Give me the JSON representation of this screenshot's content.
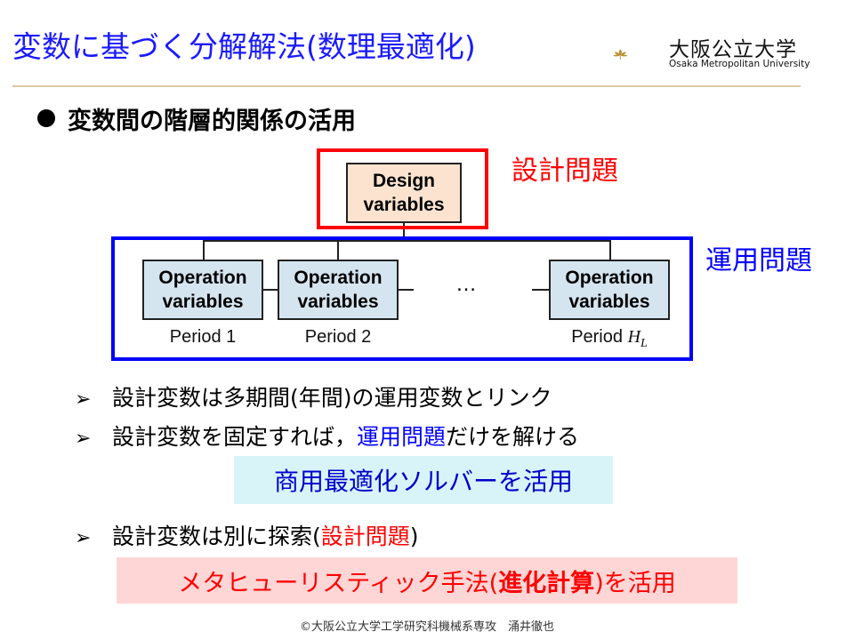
{
  "header": {
    "title": "変数に基づく分解解法(数理最適化)",
    "logo_jp": "大阪公立大学",
    "logo_en": "Osaka Metropolitan University"
  },
  "section": {
    "heading": "変数間の階層的関係の活用"
  },
  "diagram": {
    "design_line1": "Design",
    "design_line2": "variables",
    "design_problem_label": "設計問題",
    "operation_problem_label": "運用問題",
    "op_line1": "Operation",
    "op_line2": "variables",
    "periods": [
      "Period 1",
      "Period 2"
    ],
    "period_last_prefix": "Period",
    "period_last_var": "H",
    "period_last_sub": "L",
    "ellipsis": "…"
  },
  "bullets": {
    "b1": "設計変数は多期間(年間)の運用変数とリンク",
    "b2_pre": "設計変数を固定すれば，",
    "b2_hl": "運用問題",
    "b2_post": "だけを解ける",
    "solver_box": "商用最適化ソルバーを活用",
    "b3_pre": "設計変数は別に探索(",
    "b3_hl": "設計問題",
    "b3_post": ")",
    "meta_pre": "メタヒューリスティック手法(",
    "meta_bold": "進化計算",
    "meta_post": ")を活用"
  },
  "footer": {
    "text": "©大阪公立大学工学研究科機械系専攻　涌井徹也"
  },
  "colors": {
    "title": "#1a1aff",
    "design": "#ff0000",
    "operation": "#0000ff"
  },
  "icons": {
    "bullet": "bullet-dot",
    "arrow": "arrow-bullet-icon",
    "logo": "ginkgo-logo-icon"
  }
}
